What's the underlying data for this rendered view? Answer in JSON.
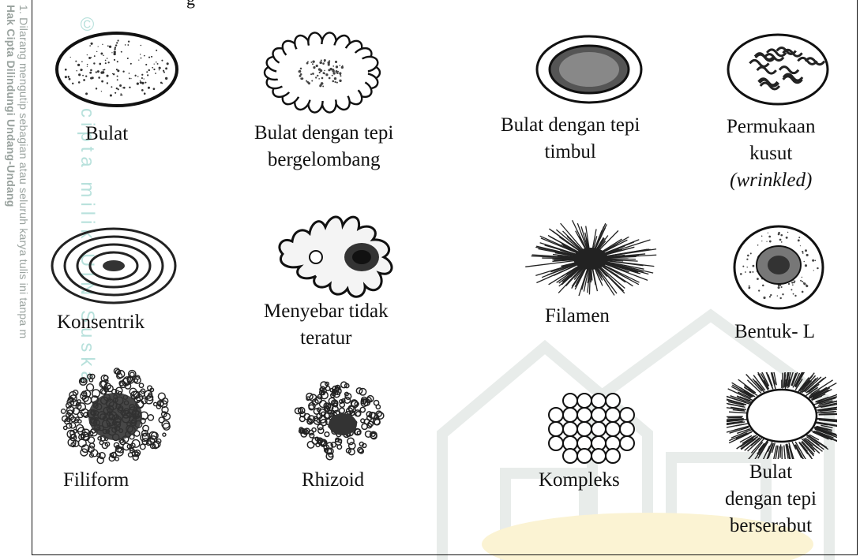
{
  "header_fragment": "g",
  "watermark": {
    "left_line_1": "Hak Cipta Dilindungi Undang-Undang",
    "left_line_2": "1. Dilarang mengutip sebagian atau seluruh karya tulis ini tanpa m",
    "center_text": "© Hak cipta milik UIN Suska"
  },
  "colonies": [
    {
      "shape": "bulat",
      "label_lines": [
        "Bulat"
      ]
    },
    {
      "shape": "bulat-tepi-bergelombang",
      "label_lines": [
        "Bulat dengan tepi",
        "bergelombang"
      ]
    },
    {
      "shape": "bulat-tepi-timbul",
      "label_lines": [
        "Bulat dengan tepi",
        "timbul"
      ]
    },
    {
      "shape": "permukaan-kusut",
      "label_lines": [
        "Permukaan",
        "kusut"
      ],
      "label_italic_line": "(wrinkled)"
    },
    {
      "shape": "konsentrik",
      "label_lines": [
        "Konsentrik"
      ]
    },
    {
      "shape": "menyebar-tidak-teratur",
      "label_lines": [
        "Menyebar tidak",
        "teratur"
      ]
    },
    {
      "shape": "filamen",
      "label_lines": [
        "Filamen"
      ]
    },
    {
      "shape": "bentuk-l",
      "label_lines": [
        "Bentuk- L"
      ]
    },
    {
      "shape": "filiform",
      "label_lines": [
        "Filiform"
      ]
    },
    {
      "shape": "rhizoid",
      "label_lines": [
        "Rhizoid"
      ]
    },
    {
      "shape": "kompleks",
      "label_lines": [
        "Kompleks"
      ]
    },
    {
      "shape": "bulat-tepi-berserabut",
      "label_lines": [
        "Bulat",
        "dengan tepi",
        "berserabut"
      ]
    }
  ]
}
